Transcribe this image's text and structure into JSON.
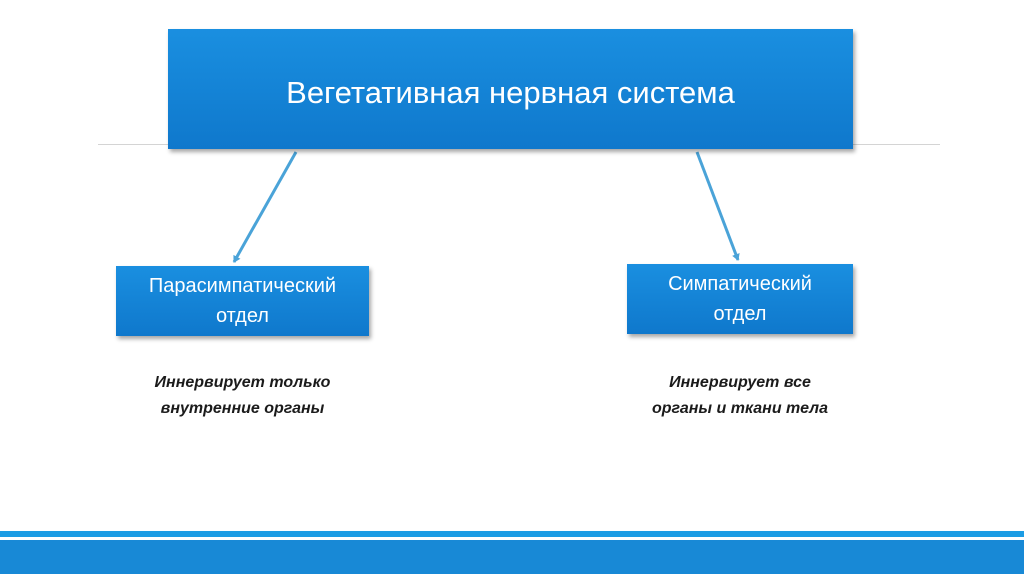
{
  "diagram": {
    "root": {
      "title": "Вегетативная нервная система"
    },
    "branches": [
      {
        "line1": "Парасимпатический",
        "line2": "отдел",
        "note_line1": "Иннервирует только",
        "note_line2": "внутренние органы"
      },
      {
        "line1": "Симпатический",
        "line2": "отдел",
        "note_line1": "Иннервирует все",
        "note_line2": "органы и ткани тела"
      }
    ]
  },
  "colors": {
    "box_fill": "#1a8fe0",
    "connector": "#4aa3d8",
    "footer_bar": "#1889d6"
  }
}
